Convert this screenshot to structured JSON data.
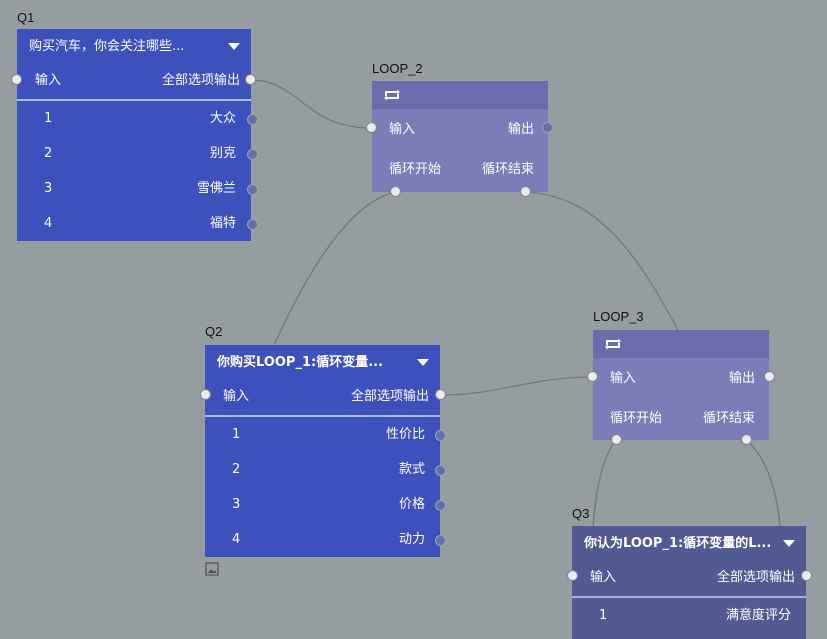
{
  "canvas": {
    "background": "#969da1",
    "wire_color": "#6f7a80"
  },
  "q1": {
    "label": "Q1",
    "title": "购买汽车，你会关注哪些...",
    "input_label": "输入",
    "output_label": "全部选项输出",
    "color": "#3e50bb",
    "options": [
      {
        "num": "1",
        "text": "大众"
      },
      {
        "num": "2",
        "text": "别克"
      },
      {
        "num": "3",
        "text": "雪佛兰"
      },
      {
        "num": "4",
        "text": "福特"
      }
    ]
  },
  "loop2": {
    "label": "LOOP_2",
    "icon": "loop-icon",
    "input_label": "输入",
    "output_label": "输出",
    "loop_start_label": "循环开始",
    "loop_end_label": "循环结束",
    "color": "#7a7db8"
  },
  "q2": {
    "label": "Q2",
    "title": "你购买LOOP_1:循环变量...",
    "input_label": "输入",
    "output_label": "全部选项输出",
    "color": "#3e50bb",
    "options": [
      {
        "num": "1",
        "text": "性价比"
      },
      {
        "num": "2",
        "text": "款式"
      },
      {
        "num": "3",
        "text": "价格"
      },
      {
        "num": "4",
        "text": "动力"
      }
    ]
  },
  "loop3": {
    "label": "LOOP_3",
    "icon": "loop-icon",
    "input_label": "输入",
    "output_label": "输出",
    "loop_start_label": "循环开始",
    "loop_end_label": "循环结束",
    "color": "#7a7db8"
  },
  "q3": {
    "label": "Q3",
    "title": "你认为LOOP_1:循环变量的L...",
    "input_label": "输入",
    "output_label": "全部选项输出",
    "color": "#535a92",
    "options": [
      {
        "num": "1",
        "text": "满意度评分"
      }
    ]
  },
  "image_icon": "image-icon"
}
